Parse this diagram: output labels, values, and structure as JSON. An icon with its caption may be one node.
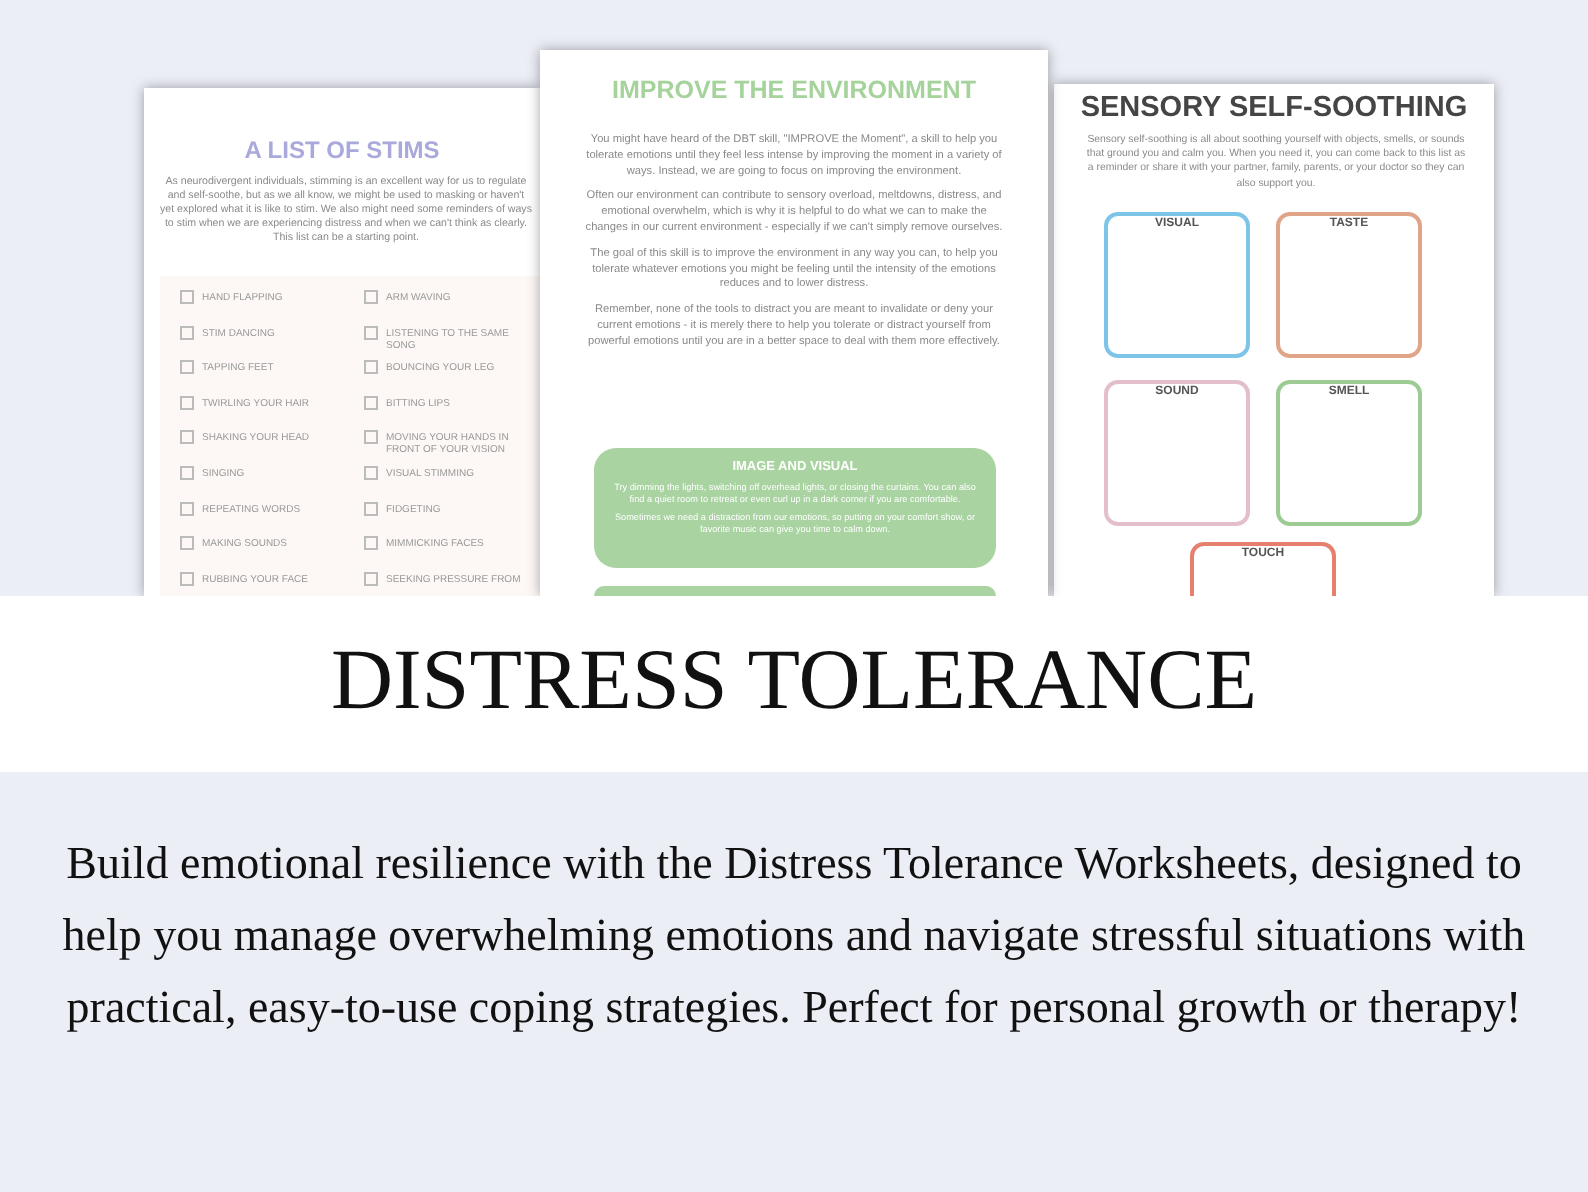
{
  "diagram": {
    "title": "DISTRESS TOLERANCE",
    "caption": "Build emotional resilience with the Distress Tolerance Worksheets, designed to help you manage overwhelming emotions and navigate stressful situations with practical, easy-to-use coping strategies. Perfect for personal growth or therapy!",
    "nodes": [
      {
        "text": [
          "A LIST OF STIMS",
          "As neurodivergent individuals, stimming is an excellent way for us to regulate and self-soothe, but as we all know, we might be used to masking or haven't yet explored what it is like to stim. We also might need some reminders of ways to stim when we are experiencing distress and when we can't think as clearly. This list can be a starting point."
        ]
      },
      {
        "text": [],
        "shape": "box",
        "in": 0
      },
      {
        "text": [
          "HAND FLAPPING"
        ],
        "in": 1
      },
      {
        "text": [
          "ARM WAVING"
        ],
        "in": 1
      },
      {
        "text": [
          "STIM DANCING"
        ],
        "in": 1
      },
      {
        "text": [
          "LISTENING TO THE SAME SONG"
        ],
        "in": 1
      },
      {
        "text": [
          "TAPPING FEET"
        ],
        "in": 1
      },
      {
        "text": [
          "BOUNCING YOUR LEG"
        ],
        "in": 1
      },
      {
        "text": [
          "TWIRLING YOUR HAIR"
        ],
        "in": 1
      },
      {
        "text": [
          "BITTING LIPS"
        ],
        "in": 1
      },
      {
        "text": [
          "SHAKING YOUR HEAD"
        ],
        "in": 1
      },
      {
        "text": [
          "MOVING YOUR HANDS IN FRONT OF YOUR VISION"
        ],
        "in": 1
      },
      {
        "text": [
          "SINGING"
        ],
        "in": 1
      },
      {
        "text": [
          "VISUAL STIMMING"
        ],
        "in": 1
      },
      {
        "text": [
          "REPEATING WORDS"
        ],
        "in": 1
      },
      {
        "text": [
          "FIDGETING"
        ],
        "in": 1
      },
      {
        "text": [
          "MAKING SOUNDS"
        ],
        "in": 1
      },
      {
        "text": [
          "MIMMICKING FACES"
        ],
        "in": 1
      },
      {
        "text": [
          "RUBBING YOUR FACE"
        ],
        "in": 1
      },
      {
        "text": [
          "SEEKING PRESSURE FROM"
        ],
        "in": 1
      },
      {
        "text": [
          "IMPROVE THE ENVIRONMENT",
          "You might have heard of the DBT skill, \"IMPROVE the Moment\", a skill to help you tolerate emotions until they feel less intense by improving the moment in a variety of ways. Instead, we are going to focus on improving the environment.",
          "Often our environment can contribute to sensory overload, meltdowns, distress, and emotional overwhelm, which is why it is helpful to do what we can to make the changes in our current environment - especially if we can't simply remove ourselves.",
          "The goal of this skill is to improve the environment in any way you can, to help you tolerate whatever emotions you might be feeling until the intensity of the emotions reduces and to lower distress.",
          "Remember, none of the tools to distract you are meant to invalidate or deny your current emotions - it is merely there to help you tolerate or distract yourself from powerful emotions until you are in a better space to deal with them more effectively."
        ]
      },
      {
        "text": [
          "IMAGE AND VISUAL",
          "Try dimming the lights, switching off overhead lights, or closing the curtains. You can also find a quiet room to retreat or even curl up in a dark corner if you are comfortable.",
          "Sometimes we need a distraction from our emotions, so putting on your comfort show, or favorite music can give you time to calm down."
        ],
        "in": 20
      },
      {
        "text": [],
        "shape": "box",
        "in": 20
      },
      {
        "text": [
          "SENSORY SELF-SOOTHING",
          "Sensory self-soothing is all about soothing yourself with objects, smells, or sounds that ground you and calm you. When you need it, you can come back to this list as a reminder or share it with your partner, family, parents, or your doctor so they can also support you."
        ]
      },
      {
        "text": [
          "VISUAL"
        ],
        "in": 23
      },
      {
        "text": [
          "TASTE"
        ],
        "in": 23
      },
      {
        "text": [
          "SOUND"
        ],
        "in": 23
      },
      {
        "text": [
          "SMELL"
        ],
        "in": 23
      },
      {
        "text": [
          "TOUCH"
        ],
        "in": 23
      }
    ]
  }
}
